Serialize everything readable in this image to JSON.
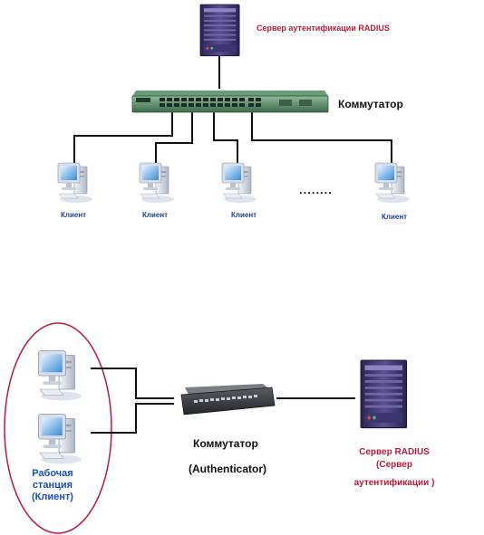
{
  "top": {
    "radius_label": "Сервер аутентификации RADIUS",
    "switch_label": "Коммутатор",
    "clients": [
      "Клиент",
      "Клиент",
      "Клиент",
      "Клиент"
    ],
    "ellipsis": "........"
  },
  "bottom": {
    "switch_label": "Коммутатор",
    "authenticator_label": "(Authenticator)",
    "workstation_lines": [
      "Рабочая",
      "станция",
      "(Клиент)"
    ],
    "server_lines": [
      "Сервер RADIUS",
      "(Сервер",
      "аутентификации  )"
    ]
  },
  "icons": [
    "radius-server-icon",
    "switch-icon",
    "computer-icon"
  ],
  "colors": {
    "server_label": "#c0193a",
    "client_label": "#1f3f8f",
    "workstation_label": "#1a4fbf",
    "ellipse": "#c0193a",
    "cables": "#111111"
  }
}
